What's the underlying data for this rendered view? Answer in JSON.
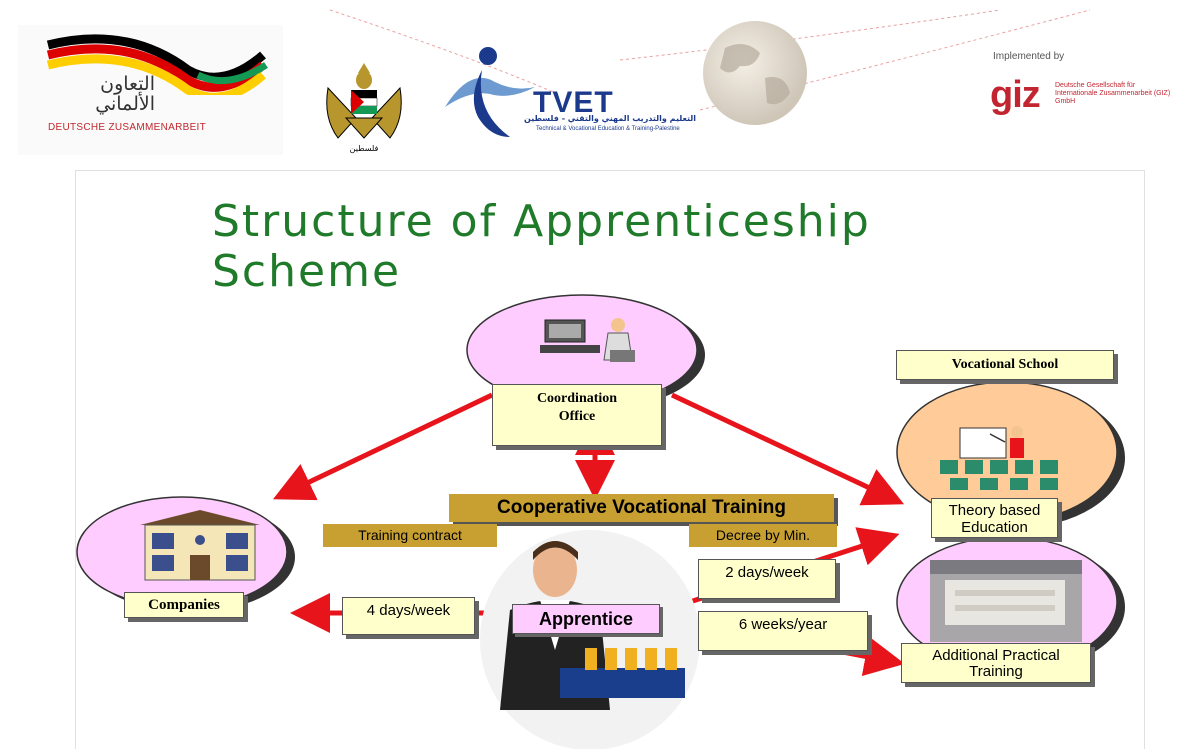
{
  "header": {
    "german_coop_arabic_line1": "التعاون",
    "german_coop_arabic_line2": "الألماني",
    "german_coop_text": "DEUTSCHE ZUSAMMENARBEIT",
    "tvet_text": "TVET",
    "tvet_subtitle_arabic": "التعليم والتدريب المهني والتقني - فلسطين",
    "tvet_subtitle_english": "Technical & Vocational Education & Training-Palestine",
    "implemented_by": "Implemented by",
    "giz_logo": "giz",
    "giz_subtitle": "Deutsche Gesellschaft für Internationale Zusammenarbeit (GIZ) GmbH",
    "colors": {
      "germany_black": "#000000",
      "germany_red": "#dd0000",
      "germany_gold": "#ffce00",
      "palestine_green": "#149954",
      "tvet_blue": "#1b3a8c",
      "giz_red": "#c32530"
    }
  },
  "slide": {
    "title_line1": "Structure of Apprenticeship",
    "title_line2": "Scheme",
    "nodes": {
      "coordination_office": "Coordination Office",
      "vocational_school": "Vocational School",
      "theory_education": "Theory based Education",
      "additional_training": "Additional Practical Training",
      "companies": "Companies",
      "apprentice": "Apprentice"
    },
    "cooperative_banner": "Cooperative Vocational Training",
    "training_contract": "Training contract",
    "decree": "Decree by Min.",
    "edges": {
      "four_days": "4 days/week",
      "two_days": "2 days/week",
      "six_weeks": "6 weeks/year"
    },
    "colors": {
      "title_green": "#1f7a2a",
      "arrow_red": "#e8141c",
      "ellipse_pink": "#ffccff",
      "ellipse_orange": "#ffcc99",
      "label_yellow": "#ffffcc",
      "banner_gold": "#c8a032"
    }
  }
}
